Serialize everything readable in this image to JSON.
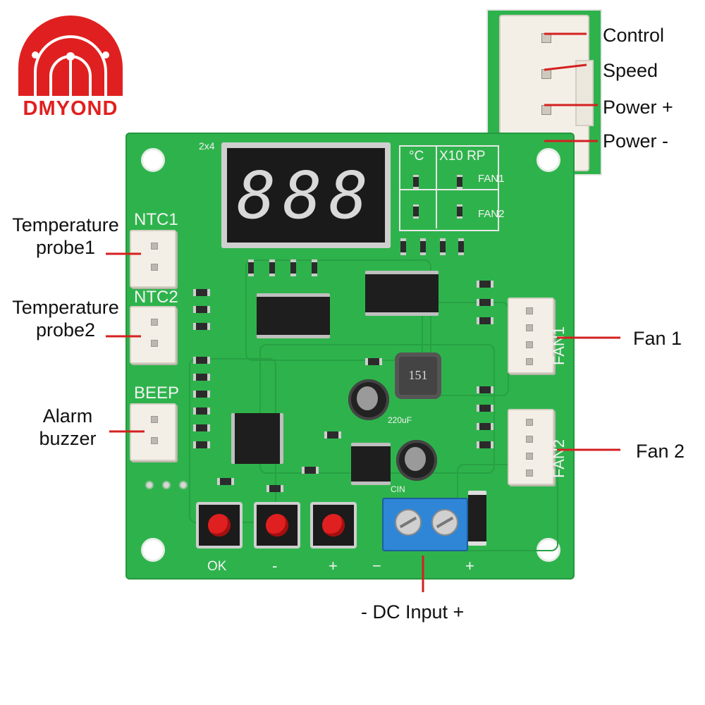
{
  "brand": {
    "name": "DMYOND",
    "color": "#e02020"
  },
  "callouts": {
    "ntc1": "Temperature\nprobe1",
    "ntc2": "Temperature\nprobe2",
    "beep": "Alarm\nbuzzer",
    "fan1": "Fan 1",
    "fan2": "Fan 2",
    "dc_input": "- DC Input +"
  },
  "inset": {
    "pins": [
      "Control",
      "Speed",
      "Power +",
      "Power -"
    ]
  },
  "board": {
    "color": "#2eb34c",
    "display_digits": "888",
    "silk": {
      "ntc1": "NTC1",
      "ntc2": "NTC2",
      "beep": "BEEP",
      "fan1": "FAN1",
      "fan2": "FAN2",
      "unit_c": "°C",
      "unit_rpm": "X10 RP",
      "led_fan1": "FAN1",
      "led_fan2": "FAN2",
      "btn_ok": "OK",
      "btn_minus": "-",
      "btn_plus": "+",
      "term_minus": "−",
      "term_plus": "+",
      "corner": "2x4",
      "cap_value": "220uF",
      "inductor": "151",
      "cin": "CIN"
    }
  },
  "colors": {
    "callout_line": "#d42020",
    "silk": "#f2f2f2",
    "display": "#d9d9d9"
  }
}
